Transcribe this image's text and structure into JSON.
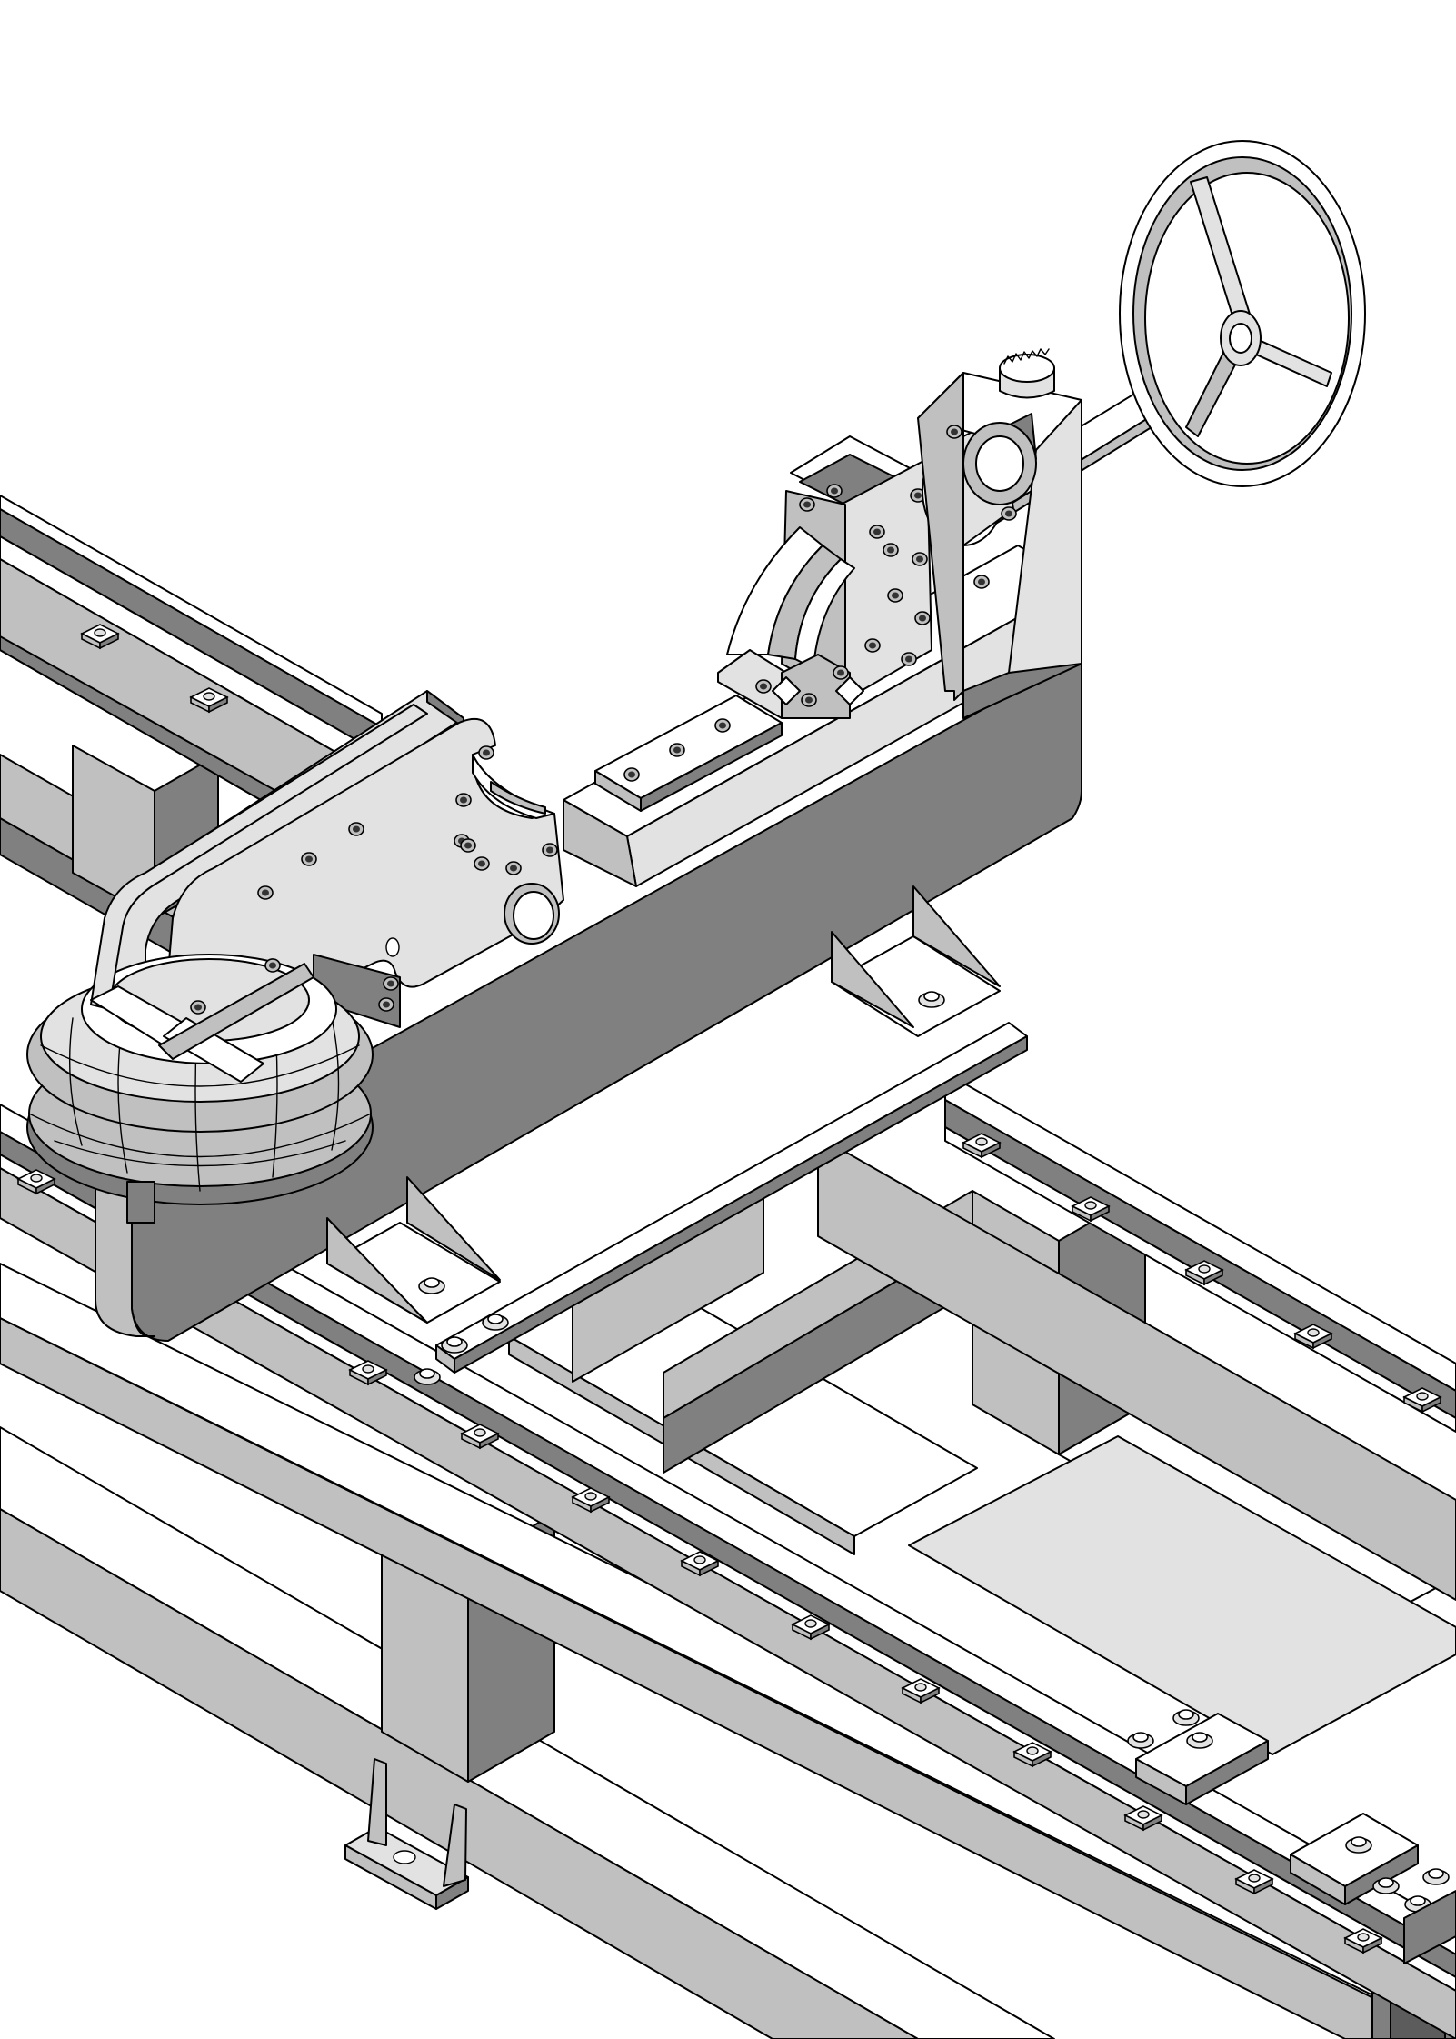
{
  "drawing": {
    "kind": "isometric shaded CAD assembly drawing",
    "shades": {
      "top": "#ffffff",
      "light": "#e2e2e2",
      "mid": "#c0c0c0",
      "dark": "#808080",
      "shadow": "#5c5c5c",
      "line": "#000000"
    },
    "parts": [
      "base-frame",
      "left-rail",
      "right-rail",
      "bench-body",
      "air-spring",
      "upper-jaw-bracket",
      "die-holder",
      "screw-block",
      "handwheel",
      "knurled-knob",
      "gusset-brackets",
      "cross-plate",
      "end-blocks",
      "rail-clamps"
    ]
  }
}
